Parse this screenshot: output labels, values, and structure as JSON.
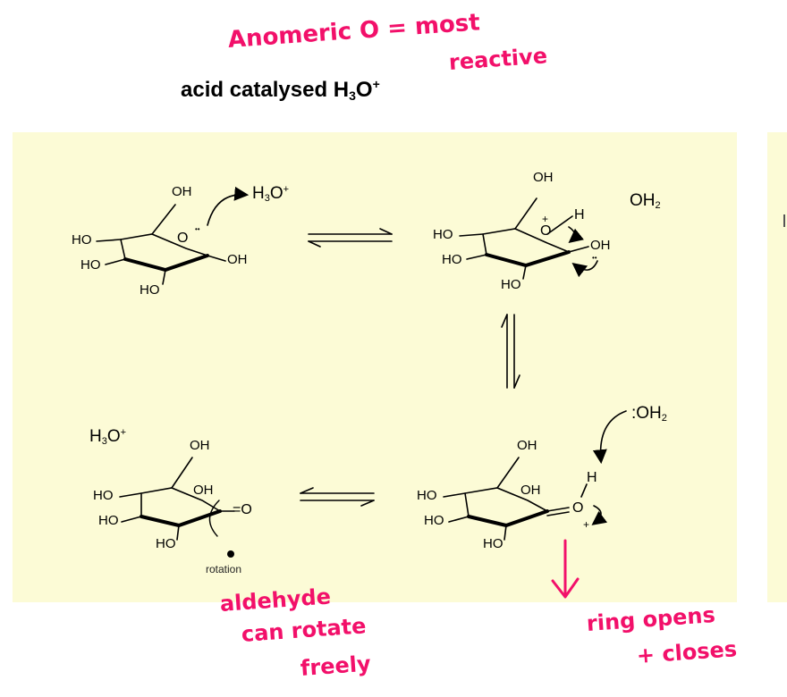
{
  "annotations": {
    "top_line1": "Anomeric O = most",
    "top_line2": "reactive",
    "bottom_left_line1": "aldehyde",
    "bottom_left_line2": "can rotate",
    "bottom_left_line3": "freely",
    "bottom_right_line1": "ring opens",
    "bottom_right_line2": "+ closes"
  },
  "title": {
    "text": "acid catalysed H",
    "sub": "3",
    "tail": "O",
    "sup": "+"
  },
  "reagents": {
    "h3o_1": {
      "base": "H",
      "sub": "3",
      "tail": "O",
      "sup": "+"
    },
    "oh2_1": {
      "base": "OH",
      "sub": "2"
    },
    "h3o_2": {
      "base": "H",
      "sub": "3",
      "tail": "O",
      "sup": "+"
    },
    "oh2_2": {
      "base": ":OH",
      "sub": "2"
    }
  },
  "structure_labels": {
    "oh": "OH",
    "ho": "HO",
    "o": "O",
    "h": "H",
    "plus": "+",
    "lone_pair": "••",
    "aldehyde_o": "=O",
    "rotation": "rotation"
  },
  "colors": {
    "annotation": "#f2106a",
    "panel": "#fcfbd6",
    "ink": "#000000"
  }
}
